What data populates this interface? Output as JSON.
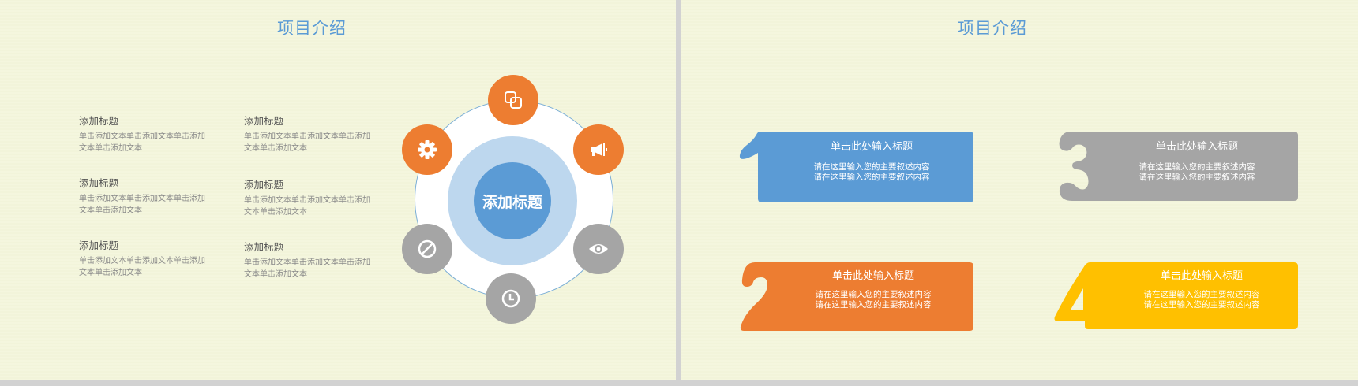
{
  "left_slide": {
    "title": "项目介绍",
    "columns": [
      {
        "items": [
          {
            "title": "添加标题",
            "desc": "单击添加文本单击添加文本单击添加文本单击添加文本"
          },
          {
            "title": "添加标题",
            "desc": "单击添加文本单击添加文本单击添加文本单击添加文本"
          },
          {
            "title": "添加标题",
            "desc": "单击添加文本单击添加文本单击添加文本单击添加文本"
          }
        ]
      },
      {
        "items": [
          {
            "title": "添加标题",
            "desc": "单击添加文本单击添加文本单击添加文本单击添加文本"
          },
          {
            "title": "添加标题",
            "desc": "单击添加文本单击添加文本单击添加文本单击添加文本"
          },
          {
            "title": "添加标题",
            "desc": "单击添加文本单击添加文本单击添加文本单击添加文本"
          }
        ]
      }
    ],
    "diagram": {
      "center_label": "添加标题",
      "nodes": [
        {
          "icon": "overlap-squares-icon",
          "color": "#ed7d31"
        },
        {
          "icon": "megaphone-icon",
          "color": "#ed7d31"
        },
        {
          "icon": "eye-icon",
          "color": "#a5a5a5"
        },
        {
          "icon": "clock-icon",
          "color": "#a5a5a5"
        },
        {
          "icon": "prohibited-icon",
          "color": "#a5a5a5"
        },
        {
          "icon": "gear-icon",
          "color": "#ed7d31"
        }
      ]
    }
  },
  "right_slide": {
    "title": "项目介绍",
    "cards": [
      {
        "number": "1",
        "title": "单击此处输入标题",
        "desc_line1": "请在这里输入您的主要叙述内容",
        "desc_line2": "请在这里输入您的主要叙述内容",
        "color": "#5b9bd5"
      },
      {
        "number": "2",
        "title": "单击此处输入标题",
        "desc_line1": "请在这里输入您的主要叙述内容",
        "desc_line2": "请在这里输入您的主要叙述内容",
        "color": "#ed7d31"
      },
      {
        "number": "3",
        "title": "单击此处输入标题",
        "desc_line1": "请在这里输入您的主要叙述内容",
        "desc_line2": "请在这里输入您的主要叙述内容",
        "color": "#a5a5a5"
      },
      {
        "number": "4",
        "title": "单击此处输入标题",
        "desc_line1": "请在这里输入您的主要叙述内容",
        "desc_line2": "请在这里输入您的主要叙述内容",
        "color": "#ffc000"
      }
    ]
  },
  "colors": {
    "background": "#f4f6dc",
    "accent_blue": "#5b9bd5",
    "light_blue": "#bdd7ee",
    "orange": "#ed7d31",
    "grey": "#a5a5a5",
    "yellow": "#ffc000",
    "gutter": "#d2d2d2"
  }
}
